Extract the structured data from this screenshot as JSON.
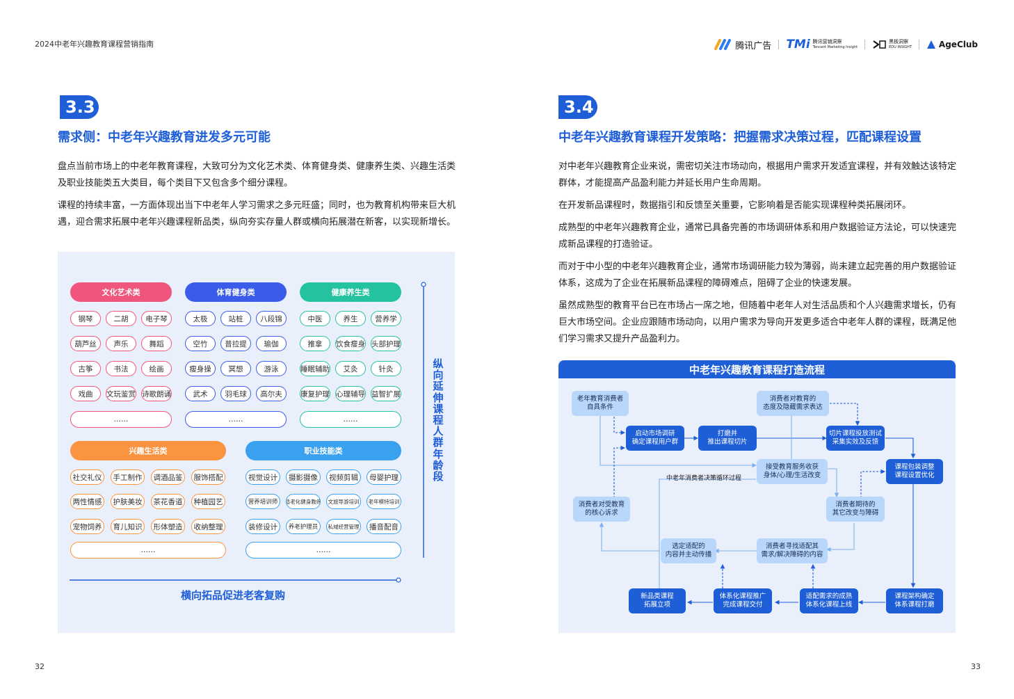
{
  "header": {
    "doc_title": "2024中老年兴趣教育课程营销指南",
    "logos": {
      "tencent": "腾讯广告",
      "tmi_mark": "TMi",
      "tmi_cn": "腾讯营销洞察",
      "tmi_en": "Tencent Marketing Insight",
      "heiban_cn": "黑板洞察",
      "heiban_en": "EDU INSIGHT",
      "ageclub": "AgeClub"
    }
  },
  "left": {
    "section_number": "3.3",
    "section_title": "需求侧：中老年兴趣教育进发多元可能",
    "paragraphs": [
      "盘点当前市场上的中老年教育课程，大致可分为文化艺术类、体育健身类、健康养生类、兴趣生活类及职业技能类五大类目，每个类目下又包含多个细分课程。",
      "课程的持续丰富，一方面体现出当下中老年人学习需求之多元旺盛；同时，也为教育机构带来巨大机遇，迎合需求拓展中老年兴趣课程新品类，纵向夯实存量人群或横向拓展潜在新客，以实现新增长。"
    ],
    "categories": [
      {
        "name": "文化艺术类",
        "color": "#f0557d",
        "items": [
          "钢琴",
          "二胡",
          "电子琴",
          "葫芦丝",
          "声乐",
          "舞蹈",
          "古筝",
          "书法",
          "绘画",
          "戏曲",
          "文玩鉴赏",
          "诗歌朗诵"
        ],
        "more": "……"
      },
      {
        "name": "体育健身类",
        "color": "#3b5ce8",
        "items": [
          "太极",
          "站桩",
          "八段锦",
          "空竹",
          "普拉提",
          "瑜伽",
          "瘦身操",
          "冥想",
          "游泳",
          "武术",
          "羽毛球",
          "高尔夫"
        ],
        "more": "……"
      },
      {
        "name": "健康养生类",
        "color": "#25c2a0",
        "items": [
          "中医",
          "养生",
          "营养学",
          "推拿",
          "饮食瘦身",
          "头部护理",
          "睡眠辅助",
          "艾灸",
          "针灸",
          "康复护理",
          "心理辅导",
          "益智扩展"
        ],
        "more": "……"
      },
      {
        "name": "兴趣生活类",
        "color": "#fb9440",
        "items": [
          "社交礼仪",
          "手工制作",
          "调酒品鉴",
          "服饰搭配",
          "两性情感",
          "护肤美妆",
          "茶花香道",
          "种植园艺",
          "宠物饲养",
          "育儿知识",
          "形体塑造",
          "收纳整理"
        ],
        "more": "……"
      },
      {
        "name": "职业技能类",
        "color": "#3aa1f0",
        "items": [
          "视觉设计",
          "摄影摄像",
          "视频剪辑",
          "母婴护理",
          "营养培训师",
          "适老化健身教练",
          "文旅导游培训",
          "老年模特培训",
          "装修设计",
          "养老护理员",
          "私域经营管理",
          "播音配音"
        ],
        "more": "……"
      }
    ],
    "vertical_label": "纵向延伸课程人群年龄段",
    "horizontal_label": "横向拓品促进老客复购",
    "page_number": "32"
  },
  "right": {
    "section_number": "3.4",
    "section_title": "中老年兴趣教育课程开发策略：把握需求决策过程，匹配课程设置",
    "paragraphs": [
      "对中老年兴趣教育企业来说，需密切关注市场动向，根据用户需求开发适宜课程，并有效触达该特定群体，才能提高产品盈利能力并延长用户生命周期。",
      "在开发新品课程时，数据指引和反馈至关重要，它影响着是否能实现课程种类拓展闭环。",
      "成熟型的中老年兴趣教育企业，通常已具备完善的市场调研体系和用户数据验证方法论，可以快速完成新品课程的打造验证。",
      "而对于中小型的中老年兴趣教育企业，通常市场调研能力较为薄弱，尚未建立起完善的用户数据验证体系，这成为了企业在拓展新品课程的障碍难点，阻碍了企业的快速发展。",
      "虽然成熟型的教育平台已在市场占一席之地，但随着中老年人对生活品质和个人兴趣需求增长，仍有巨大市场空间。企业应跟随市场动向，以用户需求为导向开发更多适合中老年人群的课程，既满足他们学习需求又提升产品盈利力。"
    ],
    "flow": {
      "title": "中老年兴趣教育课程打造流程",
      "loop_label": "中老年消费者决策循环过程",
      "nodes": {
        "n1": [
          "老年教育消费者",
          "自具条件"
        ],
        "n2": [
          "消费者对教育的",
          "态度及隐藏需求表达"
        ],
        "n3": [
          "启动市场调研",
          "确定课程用户群"
        ],
        "n4": [
          "打磨并",
          "推出课程切片"
        ],
        "n5": [
          "切片课程投放测试",
          "采集实效及反馈"
        ],
        "n6": [
          "接受教育服务收获",
          "身体/心理/生活改变"
        ],
        "n7": [
          "课程包装调整",
          "课程设置优化"
        ],
        "n8": [
          "消费者对受教育",
          "的核心诉求"
        ],
        "n9": [
          "消费者期待的",
          "其它改变与障碍"
        ],
        "n10": [
          "选定适配的",
          "内容并主动传播"
        ],
        "n11": [
          "消费者寻找适配其",
          "需求/解决障碍的内容"
        ],
        "n12": [
          "新品类课程",
          "拓展立项"
        ],
        "n13": [
          "体系化课程推广",
          "完成课程交付"
        ],
        "n14": [
          "适配需求的成熟",
          "体系化课程上线"
        ],
        "n15": [
          "课程架构确定",
          "体系课程打磨"
        ]
      }
    },
    "page_number": "33"
  }
}
